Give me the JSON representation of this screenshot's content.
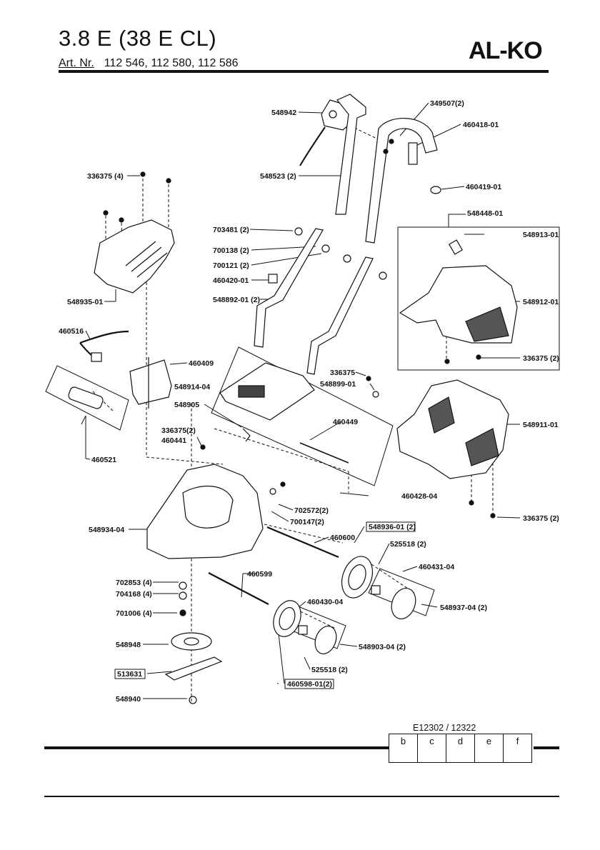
{
  "header": {
    "title": "3.8 E (38 E CL)",
    "art_label": "Art. Nr.",
    "art_numbers": "112 546, 112 580, 112 586",
    "brand": "AL-KO"
  },
  "parts": [
    {
      "id": "p548942",
      "text": "548942"
    },
    {
      "id": "p349507",
      "text": "349507(2)"
    },
    {
      "id": "p460418",
      "text": "460418-01"
    },
    {
      "id": "p336375a",
      "text": "336375 (4)"
    },
    {
      "id": "p548523",
      "text": "548523 (2)"
    },
    {
      "id": "p460419",
      "text": "460419-01"
    },
    {
      "id": "p548448",
      "text": "548448-01"
    },
    {
      "id": "p703481",
      "text": "703481 (2)"
    },
    {
      "id": "p548913",
      "text": "548913-01"
    },
    {
      "id": "p700138",
      "text": "700138 (2)"
    },
    {
      "id": "p700121",
      "text": "700121 (2)"
    },
    {
      "id": "p460420",
      "text": "460420-01"
    },
    {
      "id": "p548892",
      "text": "548892-01 (2)"
    },
    {
      "id": "p548912",
      "text": "548912-01"
    },
    {
      "id": "p548935",
      "text": "548935-01"
    },
    {
      "id": "p460516",
      "text": "460516"
    },
    {
      "id": "p336375b",
      "text": "336375 (2)"
    },
    {
      "id": "p460409",
      "text": "460409"
    },
    {
      "id": "p336375c",
      "text": "336375"
    },
    {
      "id": "p548914",
      "text": "548914-04"
    },
    {
      "id": "p548899",
      "text": "548899-01"
    },
    {
      "id": "p548905",
      "text": "548905"
    },
    {
      "id": "p548911",
      "text": "548911-01"
    },
    {
      "id": "p460449",
      "text": "460449"
    },
    {
      "id": "p336375d",
      "text": "336375(2)"
    },
    {
      "id": "p460441",
      "text": "460441"
    },
    {
      "id": "p460521",
      "text": "460521"
    },
    {
      "id": "p460428",
      "text": "460428-04"
    },
    {
      "id": "p702572",
      "text": "702572(2)"
    },
    {
      "id": "p700147",
      "text": "700147(2)"
    },
    {
      "id": "p548934",
      "text": "548934-04"
    },
    {
      "id": "p336375e",
      "text": "336375 (2)"
    },
    {
      "id": "p548936",
      "text": "548936-01 (2)"
    },
    {
      "id": "p460600",
      "text": "460600"
    },
    {
      "id": "p525518a",
      "text": "525518 (2)"
    },
    {
      "id": "p460431",
      "text": "460431-04"
    },
    {
      "id": "p460599",
      "text": "460599"
    },
    {
      "id": "p702853",
      "text": "702853 (4)"
    },
    {
      "id": "p704168",
      "text": "704168 (4)"
    },
    {
      "id": "p460430",
      "text": "460430-04"
    },
    {
      "id": "p548937",
      "text": "548937-04 (2)"
    },
    {
      "id": "p701006",
      "text": "701006 (4)"
    },
    {
      "id": "p548948",
      "text": "548948"
    },
    {
      "id": "p548903",
      "text": "548903-04 (2)"
    },
    {
      "id": "p513631",
      "text": "513631"
    },
    {
      "id": "p525518b",
      "text": "525518 (2)"
    },
    {
      "id": "p548940",
      "text": "548940"
    },
    {
      "id": "p460598",
      "text": "460598-01(2)"
    }
  ],
  "footer": {
    "code": "E12302 / 12322",
    "revisions": [
      "b",
      "c",
      "d",
      "e",
      "f"
    ]
  }
}
